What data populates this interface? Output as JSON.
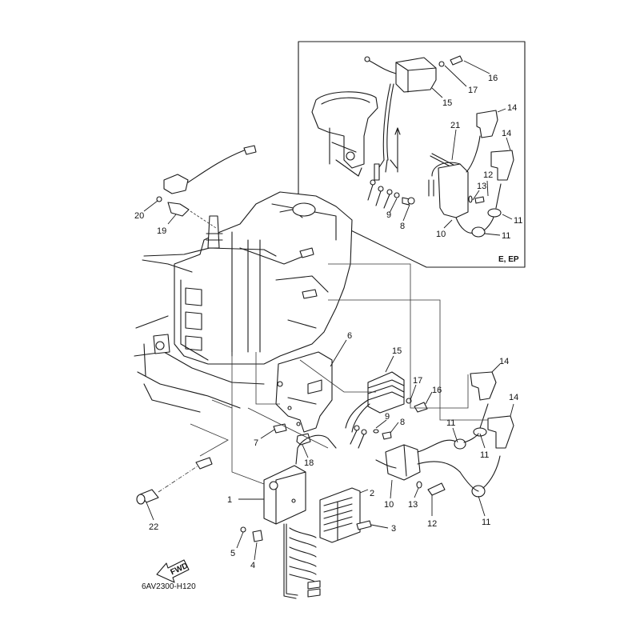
{
  "diagram": {
    "title": "Electrical parts exploded view",
    "diagram_code": "6AV2300-H120",
    "inset_variant_label": "E, EP",
    "fwd_arrow_label": "FWD",
    "callouts": {
      "main": [
        {
          "id": "c1",
          "text": "1"
        },
        {
          "id": "c2",
          "text": "2"
        },
        {
          "id": "c3",
          "text": "3"
        },
        {
          "id": "c4",
          "text": "4"
        },
        {
          "id": "c5",
          "text": "5"
        },
        {
          "id": "c6",
          "text": "6"
        },
        {
          "id": "c7",
          "text": "7"
        },
        {
          "id": "c8",
          "text": "8"
        },
        {
          "id": "c9",
          "text": "9"
        },
        {
          "id": "c10",
          "text": "10"
        },
        {
          "id": "c11a",
          "text": "11"
        },
        {
          "id": "c11b",
          "text": "11"
        },
        {
          "id": "c11c",
          "text": "11"
        },
        {
          "id": "c12",
          "text": "12"
        },
        {
          "id": "c13",
          "text": "13"
        },
        {
          "id": "c14a",
          "text": "14"
        },
        {
          "id": "c14b",
          "text": "14"
        },
        {
          "id": "c15",
          "text": "15"
        },
        {
          "id": "c16",
          "text": "16"
        },
        {
          "id": "c17",
          "text": "17"
        },
        {
          "id": "c18",
          "text": "18"
        },
        {
          "id": "c19",
          "text": "19"
        },
        {
          "id": "c20",
          "text": "20"
        },
        {
          "id": "c22",
          "text": "22"
        }
      ],
      "inset": [
        {
          "id": "i8",
          "text": "8"
        },
        {
          "id": "i9",
          "text": "9"
        },
        {
          "id": "i10",
          "text": "10"
        },
        {
          "id": "i11a",
          "text": "11"
        },
        {
          "id": "i11b",
          "text": "11"
        },
        {
          "id": "i12",
          "text": "12"
        },
        {
          "id": "i13",
          "text": "13"
        },
        {
          "id": "i14a",
          "text": "14"
        },
        {
          "id": "i14b",
          "text": "14"
        },
        {
          "id": "i15",
          "text": "15"
        },
        {
          "id": "i16",
          "text": "16"
        },
        {
          "id": "i17",
          "text": "17"
        },
        {
          "id": "i21",
          "text": "21"
        }
      ]
    }
  }
}
